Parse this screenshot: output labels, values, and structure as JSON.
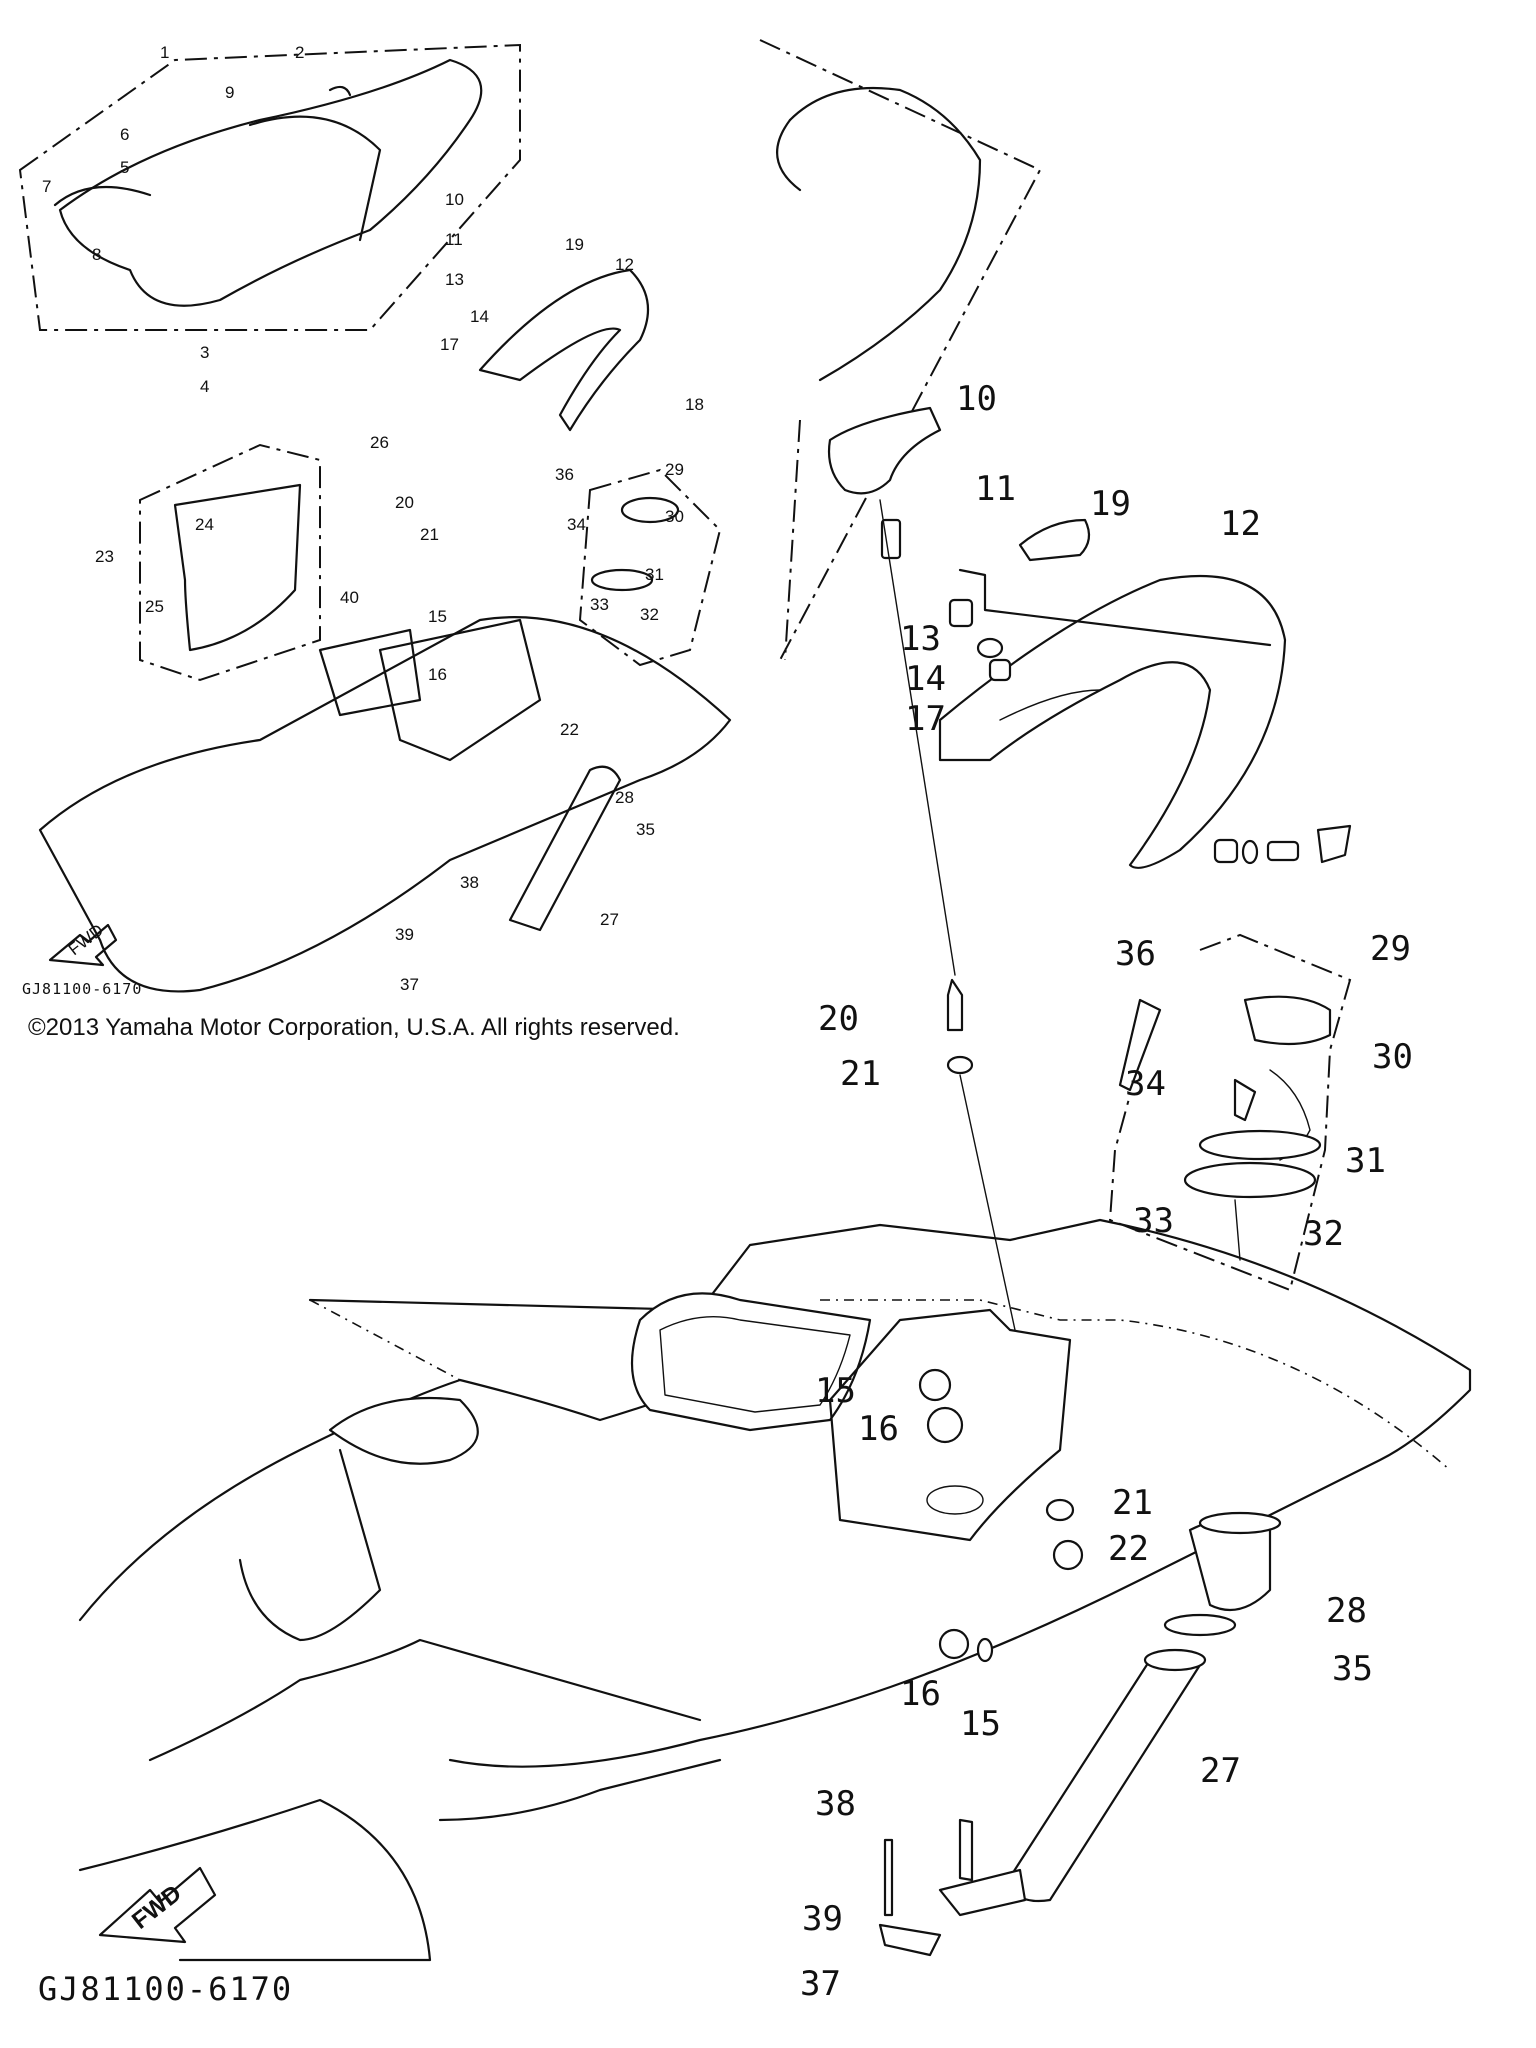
{
  "copyright": "©2013 Yamaha Motor Corporation, U.S.A. All rights reserved.",
  "diagram_code": "GJ81100-6170",
  "fwd_label": "FWD",
  "small_callouts": [
    "1",
    "2",
    "3",
    "4",
    "5",
    "6",
    "7",
    "8",
    "9",
    "10",
    "11",
    "12",
    "13",
    "14",
    "15",
    "16",
    "17",
    "18",
    "19",
    "20",
    "21",
    "22",
    "23",
    "24",
    "25",
    "26",
    "27",
    "28",
    "29",
    "30",
    "31",
    "32",
    "33",
    "34",
    "35",
    "36",
    "37",
    "38",
    "39",
    "40"
  ],
  "large_callouts": [
    "10",
    "11",
    "12",
    "13",
    "14",
    "17",
    "19",
    "20",
    "21",
    "29",
    "30",
    "36",
    "34",
    "31",
    "33",
    "32",
    "15",
    "16",
    "21",
    "22",
    "28",
    "35",
    "16",
    "15",
    "38",
    "27",
    "39",
    "37"
  ]
}
